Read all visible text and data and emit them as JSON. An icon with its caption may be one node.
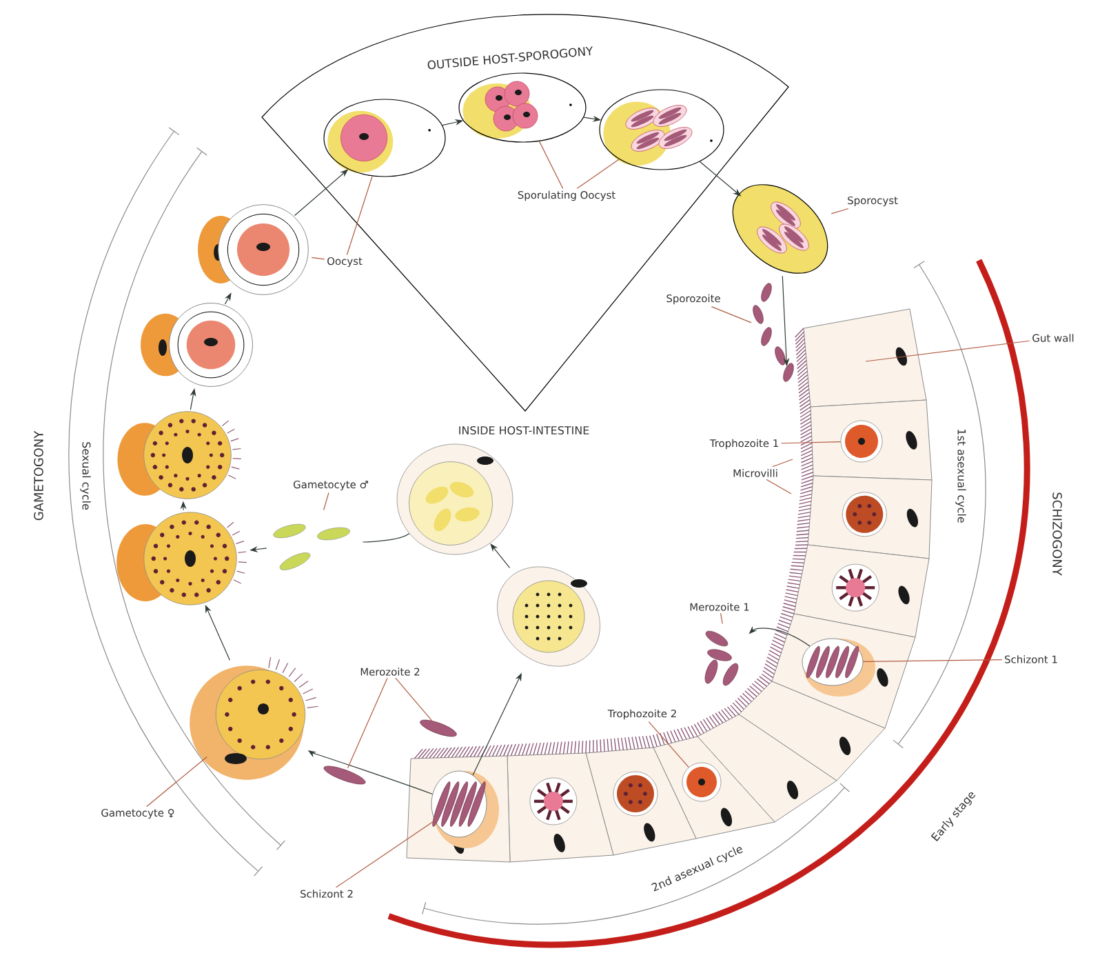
{
  "diagram": {
    "nodes": [
      {
        "text": [
          "OUTSIDE HOST-SPOROGONY"
        ]
      },
      {
        "text": [],
        "shape": "picture",
        "in": 0
      },
      {
        "text": [],
        "shape": "picture",
        "in": 0
      },
      {
        "text": [],
        "shape": "picture",
        "in": 0
      },
      {
        "text": [
          "Sporulating Oocyst"
        ],
        "in": 0
      },
      {
        "text": [
          "Oocyst"
        ]
      },
      {
        "text": [],
        "shape": "picture"
      },
      {
        "text": [
          "Sporocyst"
        ]
      },
      {
        "text": [
          "Sporozoite"
        ]
      },
      {
        "text": [],
        "shape": "picture"
      },
      {
        "text": [
          "Gut wall"
        ]
      },
      {
        "text": [
          "Trophozoite 1"
        ]
      },
      {
        "text": [],
        "shape": "picture"
      },
      {
        "text": [
          "Microvilli"
        ]
      },
      {
        "text": [
          "Schizont 1"
        ]
      },
      {
        "text": [],
        "shape": "picture"
      },
      {
        "text": [
          "Merozoite 1"
        ]
      },
      {
        "text": [],
        "shape": "picture"
      },
      {
        "text": [
          "Trophozoite 2"
        ]
      },
      {
        "text": [],
        "shape": "picture"
      },
      {
        "text": [
          "Schizont 2"
        ]
      },
      {
        "text": [],
        "shape": "picture"
      },
      {
        "text": [
          "Merozoite 2"
        ]
      },
      {
        "text": [],
        "shape": "picture"
      },
      {
        "text": [],
        "shape": "picture"
      },
      {
        "text": [],
        "shape": "picture"
      },
      {
        "text": [
          "Gametocyte ♀"
        ]
      },
      {
        "text": [],
        "shape": "picture"
      },
      {
        "text": [],
        "shape": "picture"
      },
      {
        "text": [],
        "shape": "picture"
      },
      {
        "text": [],
        "shape": "picture"
      },
      {
        "text": [],
        "shape": "picture"
      },
      {
        "text": [
          "Gametocyte ♂"
        ]
      },
      {
        "text": [],
        "shape": "picture"
      },
      {
        "text": [],
        "shape": "picture"
      }
    ],
    "edges": [
      {
        "from": 1,
        "to": 2,
        "arrow": "to",
        "color": "#2e3b33"
      },
      {
        "from": 2,
        "to": 3,
        "arrow": "to",
        "color": "#2e3b33"
      },
      {
        "from": 3,
        "to": 6,
        "arrow": "to",
        "color": "#2e3b33"
      },
      {
        "from": 6,
        "to": 9,
        "arrow": "to",
        "color": "#2e3b33"
      },
      {
        "from": 30,
        "to": 1,
        "arrow": "to",
        "color": "#2e3b33"
      },
      {
        "from": 29,
        "to": 30,
        "arrow": "to",
        "color": "#2e3b33"
      },
      {
        "from": 28,
        "to": 29,
        "arrow": "to",
        "color": "#2e3b33"
      },
      {
        "from": 27,
        "to": 28,
        "arrow": "to",
        "color": "#2e3b33"
      },
      {
        "from": 25,
        "to": 27,
        "arrow": "to",
        "color": "#2e3b33"
      },
      {
        "from": 21,
        "to": 25,
        "arrow": "to",
        "color": "#2e3b33"
      },
      {
        "from": 21,
        "to": 34,
        "arrow": "to",
        "color": "#2e3b33"
      },
      {
        "from": 34,
        "to": 31,
        "arrow": "to",
        "color": "#2e3b33"
      },
      {
        "from": 31,
        "to": 33,
        "arrow": "none",
        "color": "#2e3b33"
      },
      {
        "from": 33,
        "to": 27,
        "arrow": "to",
        "color": "#2e3b33"
      },
      {
        "from": 15,
        "to": 17,
        "arrow": "to",
        "color": "#2e3b33"
      },
      {
        "from": 4,
        "to": 2,
        "arrow": "none"
      },
      {
        "from": 4,
        "to": 3,
        "arrow": "none"
      },
      {
        "from": 5,
        "to": 1,
        "arrow": "none"
      },
      {
        "from": 5,
        "to": 30,
        "arrow": "none"
      },
      {
        "from": 7,
        "to": 6,
        "arrow": "none"
      },
      {
        "from": 8,
        "to": 9,
        "arrow": "none"
      },
      {
        "from": 10,
        "to": null,
        "arrow": "none"
      },
      {
        "from": 11,
        "to": 12,
        "arrow": "none"
      },
      {
        "from": 13,
        "to": null,
        "arrow": "none"
      },
      {
        "from": 13,
        "to": null,
        "arrow": "none"
      },
      {
        "from": 14,
        "to": 15,
        "arrow": "none"
      },
      {
        "from": 16,
        "to": 17,
        "arrow": "none"
      },
      {
        "from": 18,
        "to": 19,
        "arrow": "none"
      },
      {
        "from": 20,
        "to": 21,
        "arrow": "none"
      },
      {
        "from": 22,
        "to": 23,
        "arrow": "none"
      },
      {
        "from": 22,
        "to": 24,
        "arrow": "none"
      },
      {
        "from": 26,
        "to": 25,
        "arrow": "none"
      },
      {
        "from": 32,
        "to": 33,
        "arrow": "none"
      }
    ],
    "labels": [
      "INSIDE HOST-INTESTINE",
      "SCHIZOGONY",
      "1st asexual cycle",
      "Early stage",
      "2nd asexual cycle",
      "GAMETOGONY",
      "Sexual cycle"
    ]
  }
}
